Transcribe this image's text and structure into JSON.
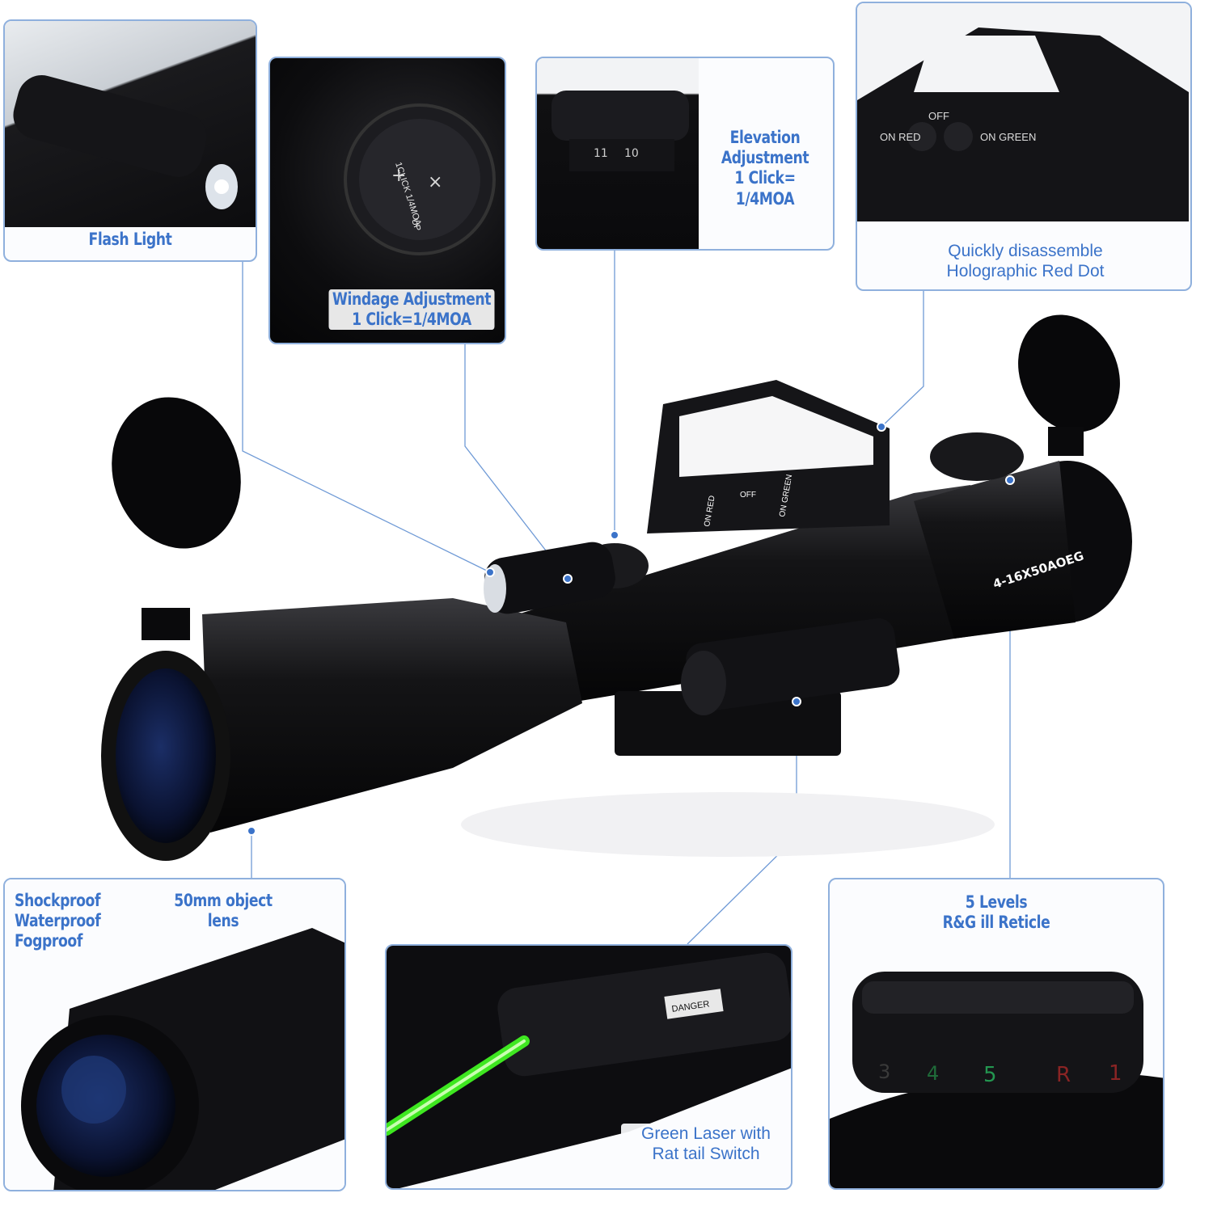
{
  "callouts": {
    "flash_light": "Flash Light",
    "windage_line1": "Windage Adjustment",
    "windage_line2": "1 Click=1/4MOA",
    "elevation_line1": "Elevation",
    "elevation_line2": "Adjustment",
    "elevation_line3": "1 Click= 1/4MOA",
    "red_dot_line1": "Quickly disassemble",
    "red_dot_line2": "Holographic Red Dot",
    "durability_1": "Shockproof",
    "durability_2": "Waterproof",
    "durability_3": "Fogproof",
    "object_lens": "50mm object lens",
    "laser_line1": "Green Laser with",
    "laser_line2": "Rat tail Switch",
    "reticle_line1": "5 Levels",
    "reticle_line2": "R&G ill Reticle"
  },
  "product_markings": {
    "scope_model": "4-16X50AOEG",
    "sight_on_red": "ON RED",
    "sight_off": "OFF",
    "sight_on_green": "ON GREEN",
    "windage_knob": "1CLICK 1/4MOA",
    "windage_up": "UP",
    "turret_numbers": [
      "11",
      "10"
    ],
    "reticle_levels": [
      "3",
      "4",
      "5",
      "R",
      "1"
    ],
    "laser_warning": "DANGER"
  },
  "colors": {
    "accent": "#3b73c9",
    "panel_border": "#8fb0dd",
    "laser_green": "#44ff22"
  }
}
